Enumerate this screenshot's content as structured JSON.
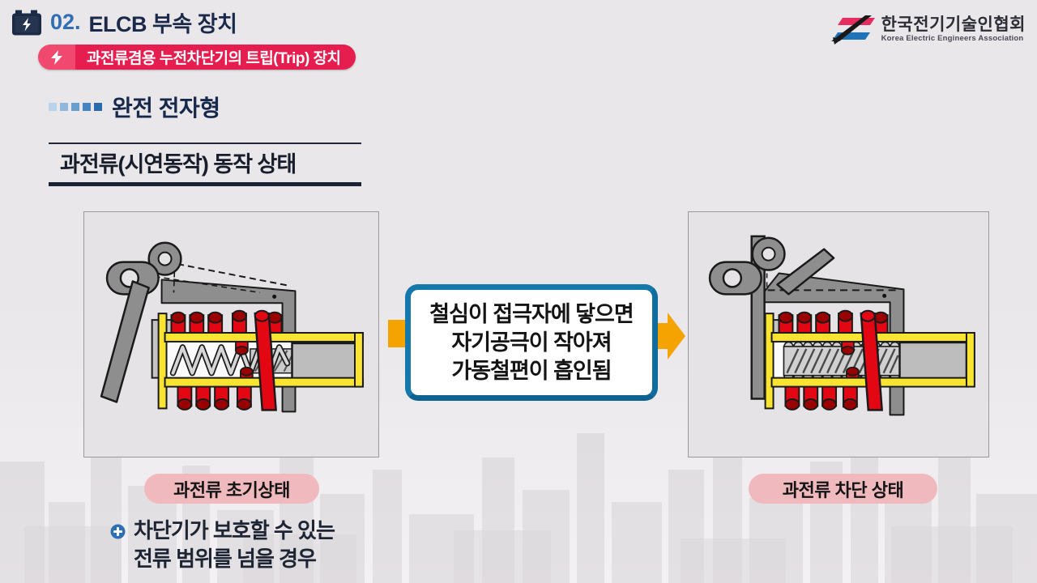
{
  "header": {
    "icon": "battery-bolt-icon",
    "number": "02.",
    "title": "ELCB 부속 장치",
    "badge": {
      "icon": "lightning-icon",
      "label": "과전류겸용 누전차단기의 트립(Trip) 장치"
    }
  },
  "logo": {
    "icon": "kea-logo-mark",
    "name_ko": "한국전기기술인협회",
    "name_en": "Korea Electric Engineers Association"
  },
  "section": {
    "heading": "완전 전자형",
    "subheading": "과전류(시연동작) 동작 상태"
  },
  "diagrams": {
    "left_label": "과전류 초기상태",
    "right_label": "과전류 차단 상태",
    "left_diagram": "electromagnetic-trip-initial-state",
    "right_diagram": "electromagnetic-trip-tripped-state",
    "callout_lines": {
      "0": "철심이 접극자에 닿으면",
      "1": "자기공극이 작아져",
      "2": "가동철편이 흡인됨"
    }
  },
  "note": {
    "icon": "plus-circle-icon",
    "line1": "차단기가 보호할 수 있는",
    "line2": "전류 범위를 넘을 경우"
  },
  "colors": {
    "badge_red": "#e61e4f",
    "badge_cap_red": "#f0486e",
    "navy": "#1b2a4a",
    "number_blue": "#2f6db5",
    "callout_border_blue": "#1478ab",
    "arrow_orange": "#f4a300",
    "pill_pink": "#f0b9bd",
    "coil_red": "#e30613",
    "coil_dark_red": "#9b0000",
    "bobbin_yellow": "#f8e431",
    "metal_gray": "#8e8e8e"
  }
}
